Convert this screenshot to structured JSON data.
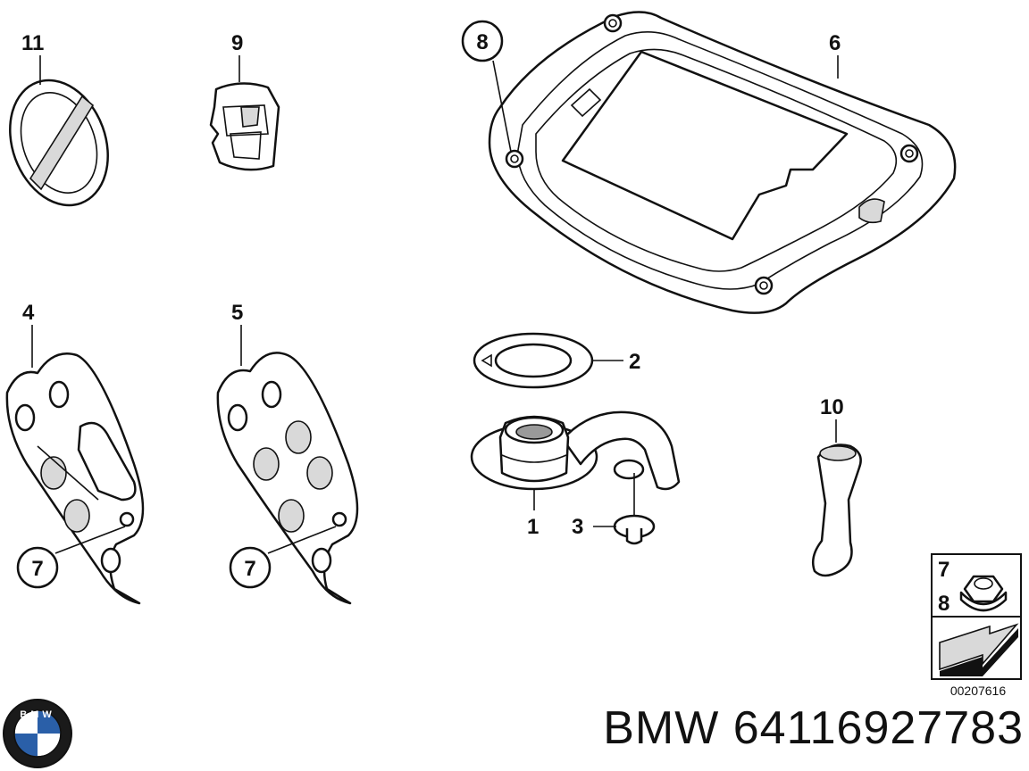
{
  "title_part_number": "BMW 64116927783",
  "diagram_ref": "00207616",
  "brand_logo_letters": "BMW",
  "callouts": {
    "n1": "1",
    "n2": "2",
    "n3": "3",
    "n4": "4",
    "n5": "5",
    "n6": "6",
    "n7a": "7",
    "n7b": "7",
    "n8": "8",
    "n9": "9",
    "n10": "10",
    "n11": "11"
  },
  "legend": {
    "top": "7",
    "bottom": "8"
  },
  "colors": {
    "line": "#111111",
    "background": "#ffffff",
    "shade": "#d9d9d9"
  }
}
